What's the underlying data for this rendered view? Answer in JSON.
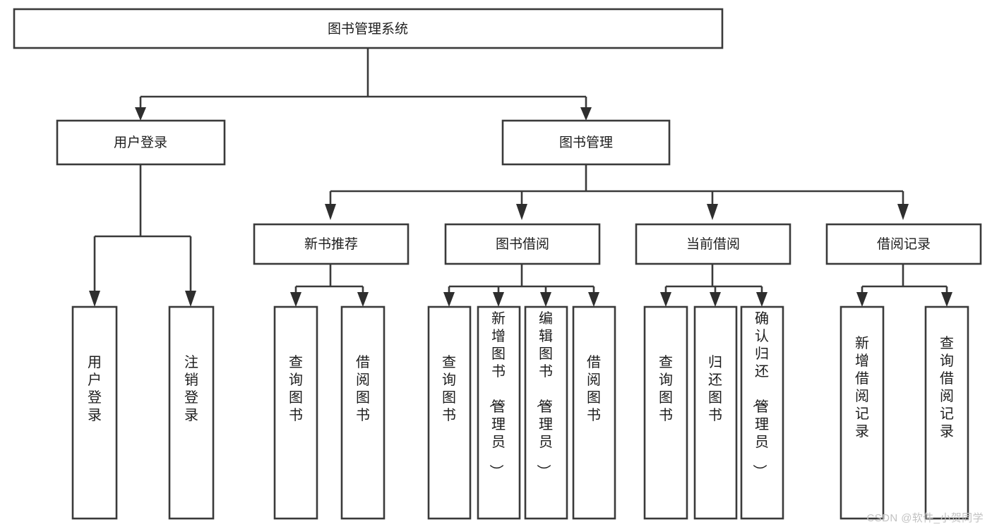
{
  "diagram": {
    "title": "图书管理系统",
    "type": "tree",
    "orientation": "top-down",
    "background_color": "#ffffff",
    "line_color": "#3a3a3a",
    "text_color": "#1d1d1d",
    "root": {
      "id": "root",
      "label": "图书管理系统"
    },
    "level2": [
      {
        "id": "user-login",
        "label": "用户登录"
      },
      {
        "id": "book-manage",
        "label": "图书管理"
      }
    ],
    "level3": [
      {
        "id": "new-book-recommend",
        "label": "新书推荐",
        "parent": "book-manage"
      },
      {
        "id": "book-borrow",
        "label": "图书借阅",
        "parent": "book-manage"
      },
      {
        "id": "current-borrow",
        "label": "当前借阅",
        "parent": "book-manage"
      },
      {
        "id": "borrow-record",
        "label": "借阅记录",
        "parent": "book-manage"
      }
    ],
    "leaves": [
      {
        "id": "leaf-user-login",
        "label": "用户登录",
        "parent": "user-login"
      },
      {
        "id": "leaf-user-logout",
        "label": "注销登录",
        "parent": "user-login"
      },
      {
        "id": "leaf-query-book-1",
        "label": "查询图书",
        "parent": "new-book-recommend"
      },
      {
        "id": "leaf-borrow-book-1",
        "label": "借阅图书",
        "parent": "new-book-recommend"
      },
      {
        "id": "leaf-query-book-2",
        "label": "查询图书",
        "parent": "book-borrow"
      },
      {
        "id": "leaf-add-book",
        "label": "新增图书（管理员）",
        "parent": "book-borrow"
      },
      {
        "id": "leaf-edit-book",
        "label": "编辑图书（管理员）",
        "parent": "book-borrow"
      },
      {
        "id": "leaf-borrow-book-2",
        "label": "借阅图书",
        "parent": "book-borrow"
      },
      {
        "id": "leaf-query-book-3",
        "label": "查询图书",
        "parent": "current-borrow"
      },
      {
        "id": "leaf-return-book",
        "label": "归还图书",
        "parent": "current-borrow"
      },
      {
        "id": "leaf-confirm-return",
        "label": "确认归还（管理员）",
        "parent": "current-borrow"
      },
      {
        "id": "leaf-add-record",
        "label": "新增借阅记录",
        "parent": "borrow-record"
      },
      {
        "id": "leaf-query-record",
        "label": "查询借阅记录",
        "parent": "borrow-record"
      }
    ]
  },
  "watermark": {
    "text": "CSDN @软件_小贺同学"
  }
}
